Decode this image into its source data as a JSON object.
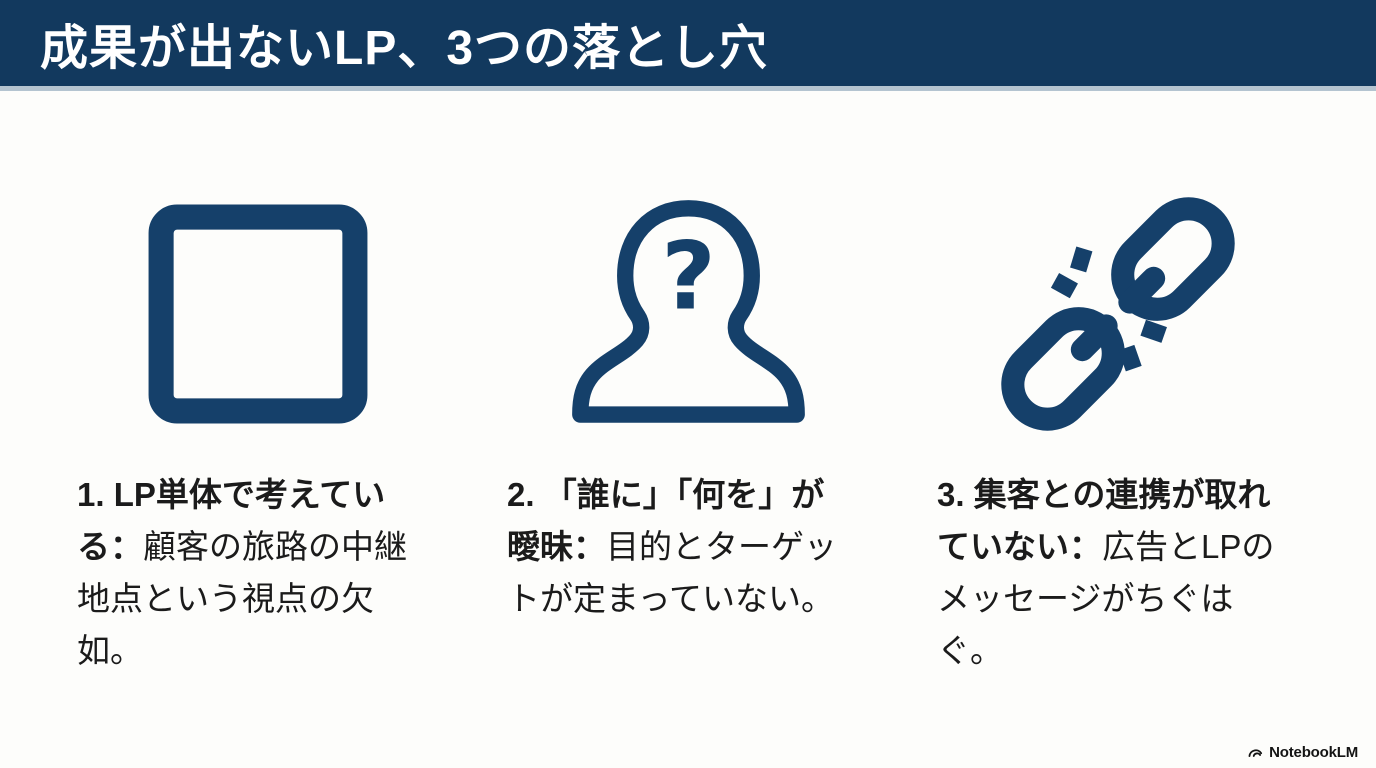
{
  "header": {
    "title": "成果が出ないLP、3つの落とし穴"
  },
  "pitfalls": [
    {
      "icon": "square-icon",
      "label_bold": "1. LP単体で考えている：",
      "description": "顧客の旅路の中継地点という視点の欠如。"
    },
    {
      "icon": "question-person-icon",
      "label_bold": "2. 「誰に」「何を」が曖昧：",
      "description": "目的とターゲットが定まっていない。"
    },
    {
      "icon": "broken-chain-icon",
      "label_bold": "3. 集客との連携が取れていない：",
      "description": "広告とLPのメッセージがちぐはぐ。"
    }
  ],
  "watermark": {
    "label": "NotebookLM"
  },
  "colors": {
    "header_bg": "#12395e",
    "header_text": "#ffffff",
    "header_border": "#b4c4d0",
    "icon": "#15406a",
    "body_text": "#1b1b1b",
    "background": "#fdfdfb"
  }
}
